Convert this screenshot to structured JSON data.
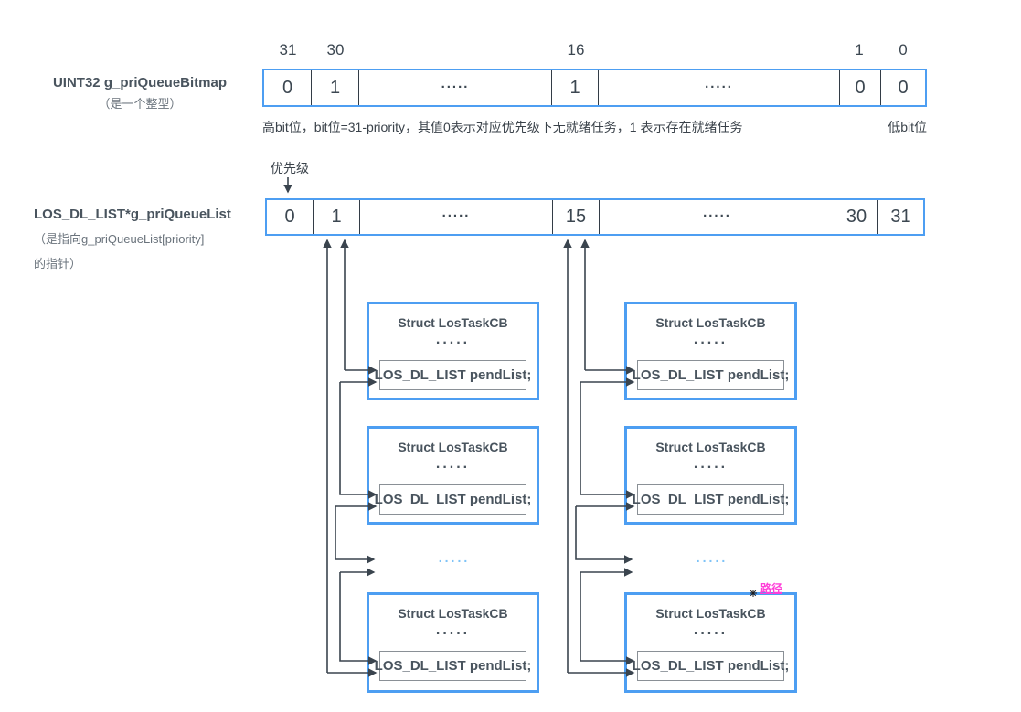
{
  "colors": {
    "border_blue": "#4D9EF2",
    "line_dark": "#3A444E",
    "text_dark": "#3C4751",
    "chain_dots_blue": "#7EC3F7",
    "path_pink": "#FF3FD8",
    "inner_border_gray": "#8A9096"
  },
  "bitmap": {
    "label": "UINT32 g_priQueueBitmap",
    "sublabel": "（是一个整型）",
    "bit_labels": [
      "31",
      "30",
      "16",
      "1",
      "0"
    ],
    "cells": [
      "0",
      "1",
      ".....",
      "1",
      ".....",
      "0",
      "0"
    ],
    "caption": "高bit位，bit位=31-priority，其值0表示对应优先级下无就绪任务，1 表示存在就绪任务",
    "caption_right": "低bit位"
  },
  "queue": {
    "label": "LOS_DL_LIST*g_priQueueList",
    "sublabel1": "（是指向g_priQueueList[priority]",
    "sublabel2": "的指针）",
    "priority_label": "优先级",
    "cells": [
      "0",
      "1",
      ".....",
      "15",
      ".....",
      "30",
      "31"
    ]
  },
  "task_box": {
    "title": "Struct LosTaskCB",
    "dots": ".....",
    "field": "LOS_DL_LIST pendList;"
  },
  "chain_ellipsis": ".....",
  "path_label": "路径"
}
